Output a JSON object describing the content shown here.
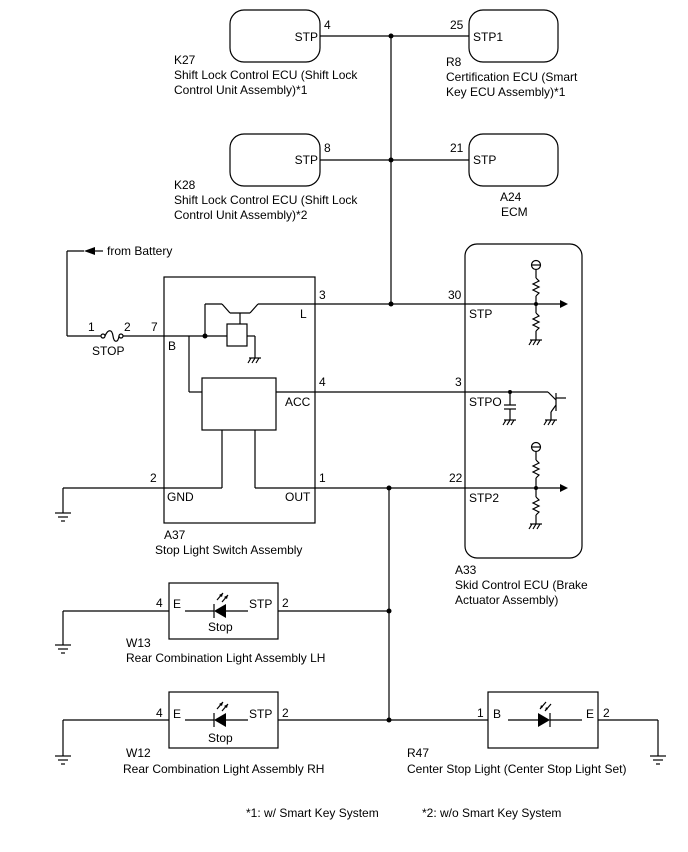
{
  "components": {
    "k27": {
      "code": "K27",
      "name_line1": "Shift Lock Control ECU (Shift Lock",
      "name_line2": "Control Unit Assembly)*1",
      "terminal": "STP",
      "pin": "4"
    },
    "r8": {
      "code": "R8",
      "name_line1": "Certification ECU (Smart",
      "name_line2": "Key ECU Assembly)*1",
      "terminal": "STP1",
      "pin": "25"
    },
    "k28": {
      "code": "K28",
      "name_line1": "Shift Lock Control ECU (Shift Lock",
      "name_line2": "Control Unit Assembly)*2",
      "terminal": "STP",
      "pin": "8"
    },
    "a24": {
      "code": "A24",
      "name": "ECM",
      "terminal": "STP",
      "pin": "21"
    },
    "battery": {
      "label": "from Battery"
    },
    "fuse": {
      "name": "STOP",
      "pin_in": "1",
      "pin_out": "2"
    },
    "a37": {
      "code": "A37",
      "name": "Stop Light Switch Assembly",
      "terminals": {
        "b": "B",
        "l": "L",
        "acc": "ACC",
        "gnd": "GND",
        "out": "OUT"
      },
      "pins": {
        "b": "7",
        "l": "3",
        "acc": "4",
        "gnd": "2",
        "out": "1"
      }
    },
    "a33": {
      "code": "A33",
      "name_line1": "Skid Control ECU (Brake",
      "name_line2": "Actuator Assembly)",
      "terminals": {
        "stp": "STP",
        "stpo": "STPO",
        "stp2": "STP2"
      },
      "pins": {
        "stp": "30",
        "stpo": "3",
        "stp2": "22"
      }
    },
    "w13": {
      "code": "W13",
      "name": "Rear Combination Light Assembly LH",
      "lamp": "Stop",
      "term_e": "E",
      "term_stp": "STP",
      "pin_e": "4",
      "pin_stp": "2"
    },
    "w12": {
      "code": "W12",
      "name": "Rear Combination Light Assembly RH",
      "lamp": "Stop",
      "term_e": "E",
      "term_stp": "STP",
      "pin_e": "4",
      "pin_stp": "2"
    },
    "r47": {
      "code": "R47",
      "name": "Center Stop Light (Center Stop Light Set)",
      "term_b": "B",
      "term_e": "E",
      "pin_b": "1",
      "pin_e": "2"
    }
  },
  "footnotes": {
    "note1": "*1: w/ Smart Key System",
    "note2": "*2: w/o Smart Key System"
  }
}
